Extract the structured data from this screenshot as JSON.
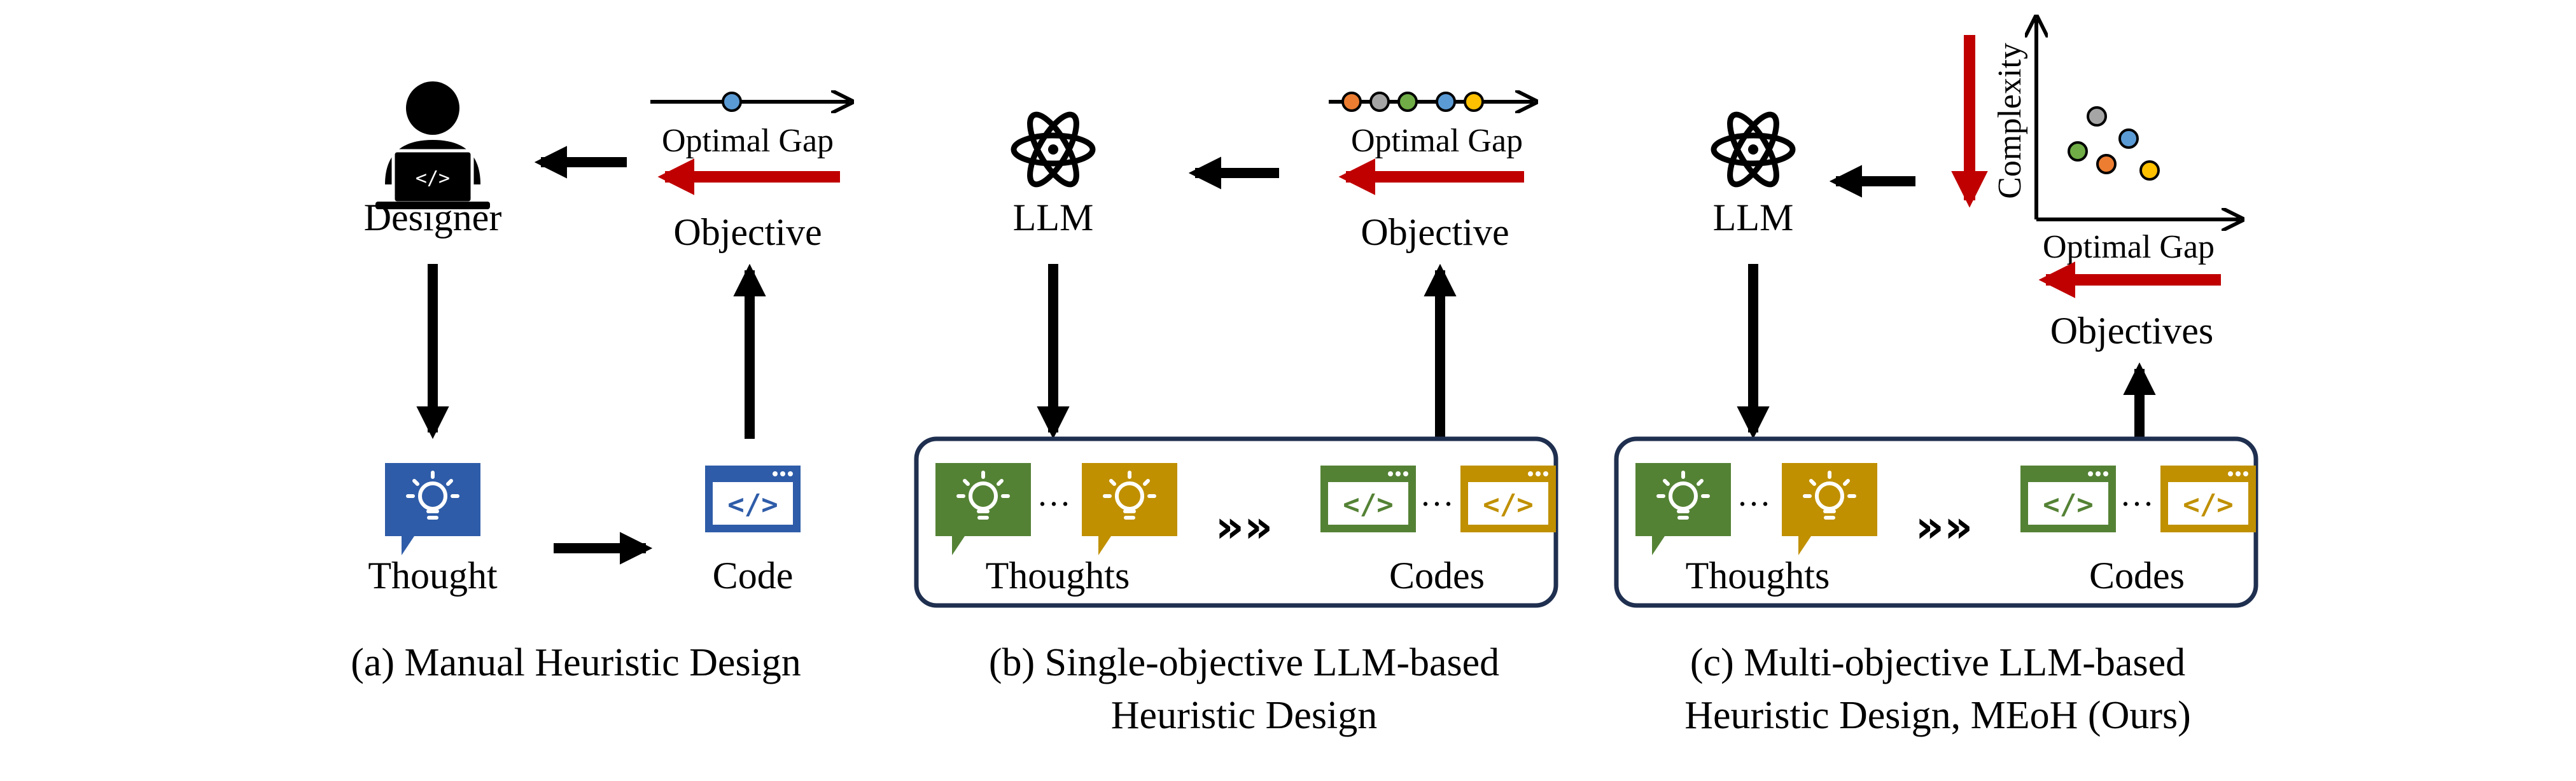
{
  "colors": {
    "arrow": "#000000",
    "objective_arrow": "#c00000",
    "thought_blue": "#2e5ca8",
    "thought_green": "#548235",
    "thought_gold": "#c09000",
    "panel_border": "#1f2f4f",
    "dot_orange": "#ed7d31",
    "dot_gray": "#a5a5a5",
    "dot_green": "#70ad47",
    "dot_blue": "#5b9bd5",
    "dot_yellow": "#ffc000"
  },
  "icons": {
    "designer": "person-laptop-icon",
    "llm": "atom-icon",
    "thought": "lightbulb-speech-icon",
    "code": "code-window-icon",
    "parallel": "triple-chevron-icon"
  },
  "panel_a": {
    "agent": "Designer",
    "objective": "Objective",
    "gap": "Optimal Gap",
    "thought": "Thought",
    "code": "Code",
    "caption": "(a) Manual Heuristic Design"
  },
  "panel_b": {
    "agent": "LLM",
    "objective": "Objective",
    "gap": "Optimal Gap",
    "thoughts": "Thoughts",
    "codes": "Codes",
    "ellipsis": "···",
    "caption_line1": "(b) Single-objective LLM-based",
    "caption_line2": "Heuristic Design"
  },
  "panel_c": {
    "agent": "LLM",
    "objectives": "Objectives",
    "gap": "Optimal Gap",
    "complexity": "Complexity",
    "thoughts": "Thoughts",
    "codes": "Codes",
    "ellipsis": "···",
    "caption_line1": "(c) Multi-objective LLM-based",
    "caption_line2": "Heuristic Design, MEoH (Ours)"
  }
}
